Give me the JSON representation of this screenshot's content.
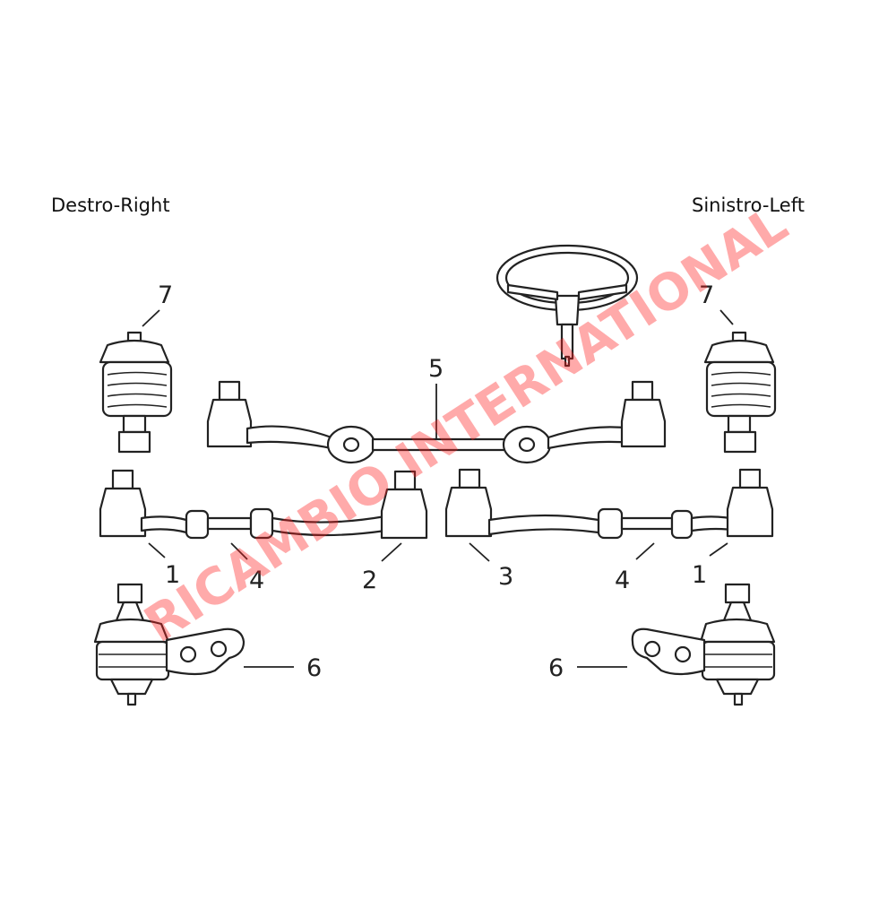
{
  "labels": {
    "right_side": "Destro-Right",
    "left_side": "Sinistro-Left"
  },
  "callouts": {
    "c1a": "1",
    "c1b": "1",
    "c2": "2",
    "c3": "3",
    "c4a": "4",
    "c4b": "4",
    "c5": "5",
    "c6a": "6",
    "c6b": "6",
    "c7a": "7",
    "c7b": "7"
  },
  "watermark": {
    "text": "RICAMBIO INTERNATIONAL",
    "color": "#ff2020"
  },
  "colors": {
    "line": "#222222",
    "background": "#ffffff"
  }
}
